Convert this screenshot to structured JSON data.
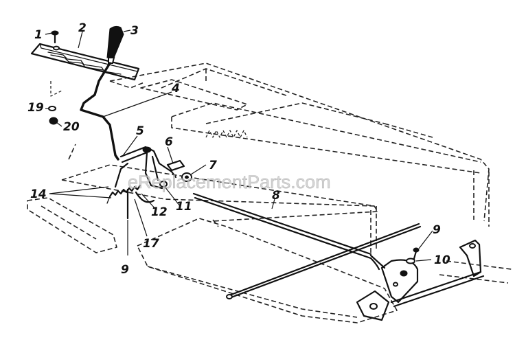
{
  "watermark": "eReplacementParts.com",
  "callouts": {
    "c1": "1",
    "c2": "2",
    "c3": "3",
    "c4": "4",
    "c5": "5",
    "c6": "6",
    "c7": "7",
    "c8": "8",
    "c9a": "9",
    "c9b": "9",
    "c10": "10",
    "c11": "11",
    "c12": "12",
    "c14": "14",
    "c17": "17",
    "c19": "19",
    "c20": "20"
  }
}
